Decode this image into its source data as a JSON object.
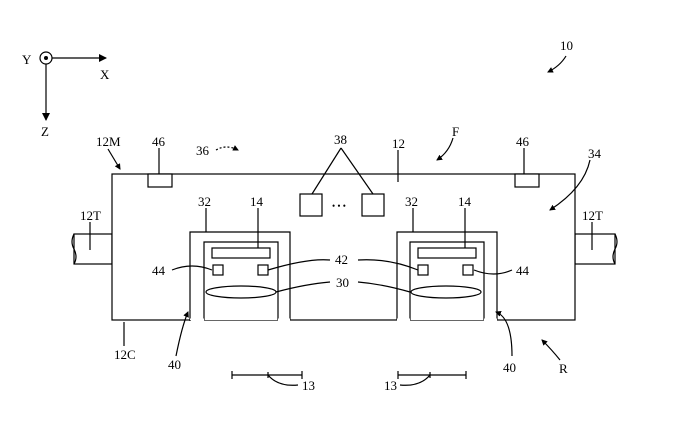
{
  "axes": {
    "y": "Y",
    "x": "X",
    "z": "Z"
  },
  "labels": {
    "l10": "10",
    "l12M": "12M",
    "l46a": "46",
    "l36": "36",
    "l38": "38",
    "l12": "12",
    "lF": "F",
    "l46b": "46",
    "l34": "34",
    "l12T_left": "12T",
    "l12T_right": "12T",
    "l32a": "32",
    "l14a": "14",
    "l32b": "32",
    "l14b": "14",
    "dots": "• • •",
    "l42": "42",
    "l44a": "44",
    "l44b": "44",
    "l30": "30",
    "l12C": "12C",
    "l40a": "40",
    "l40b": "40",
    "lR": "R",
    "l13a": "13",
    "l13b": "13"
  }
}
